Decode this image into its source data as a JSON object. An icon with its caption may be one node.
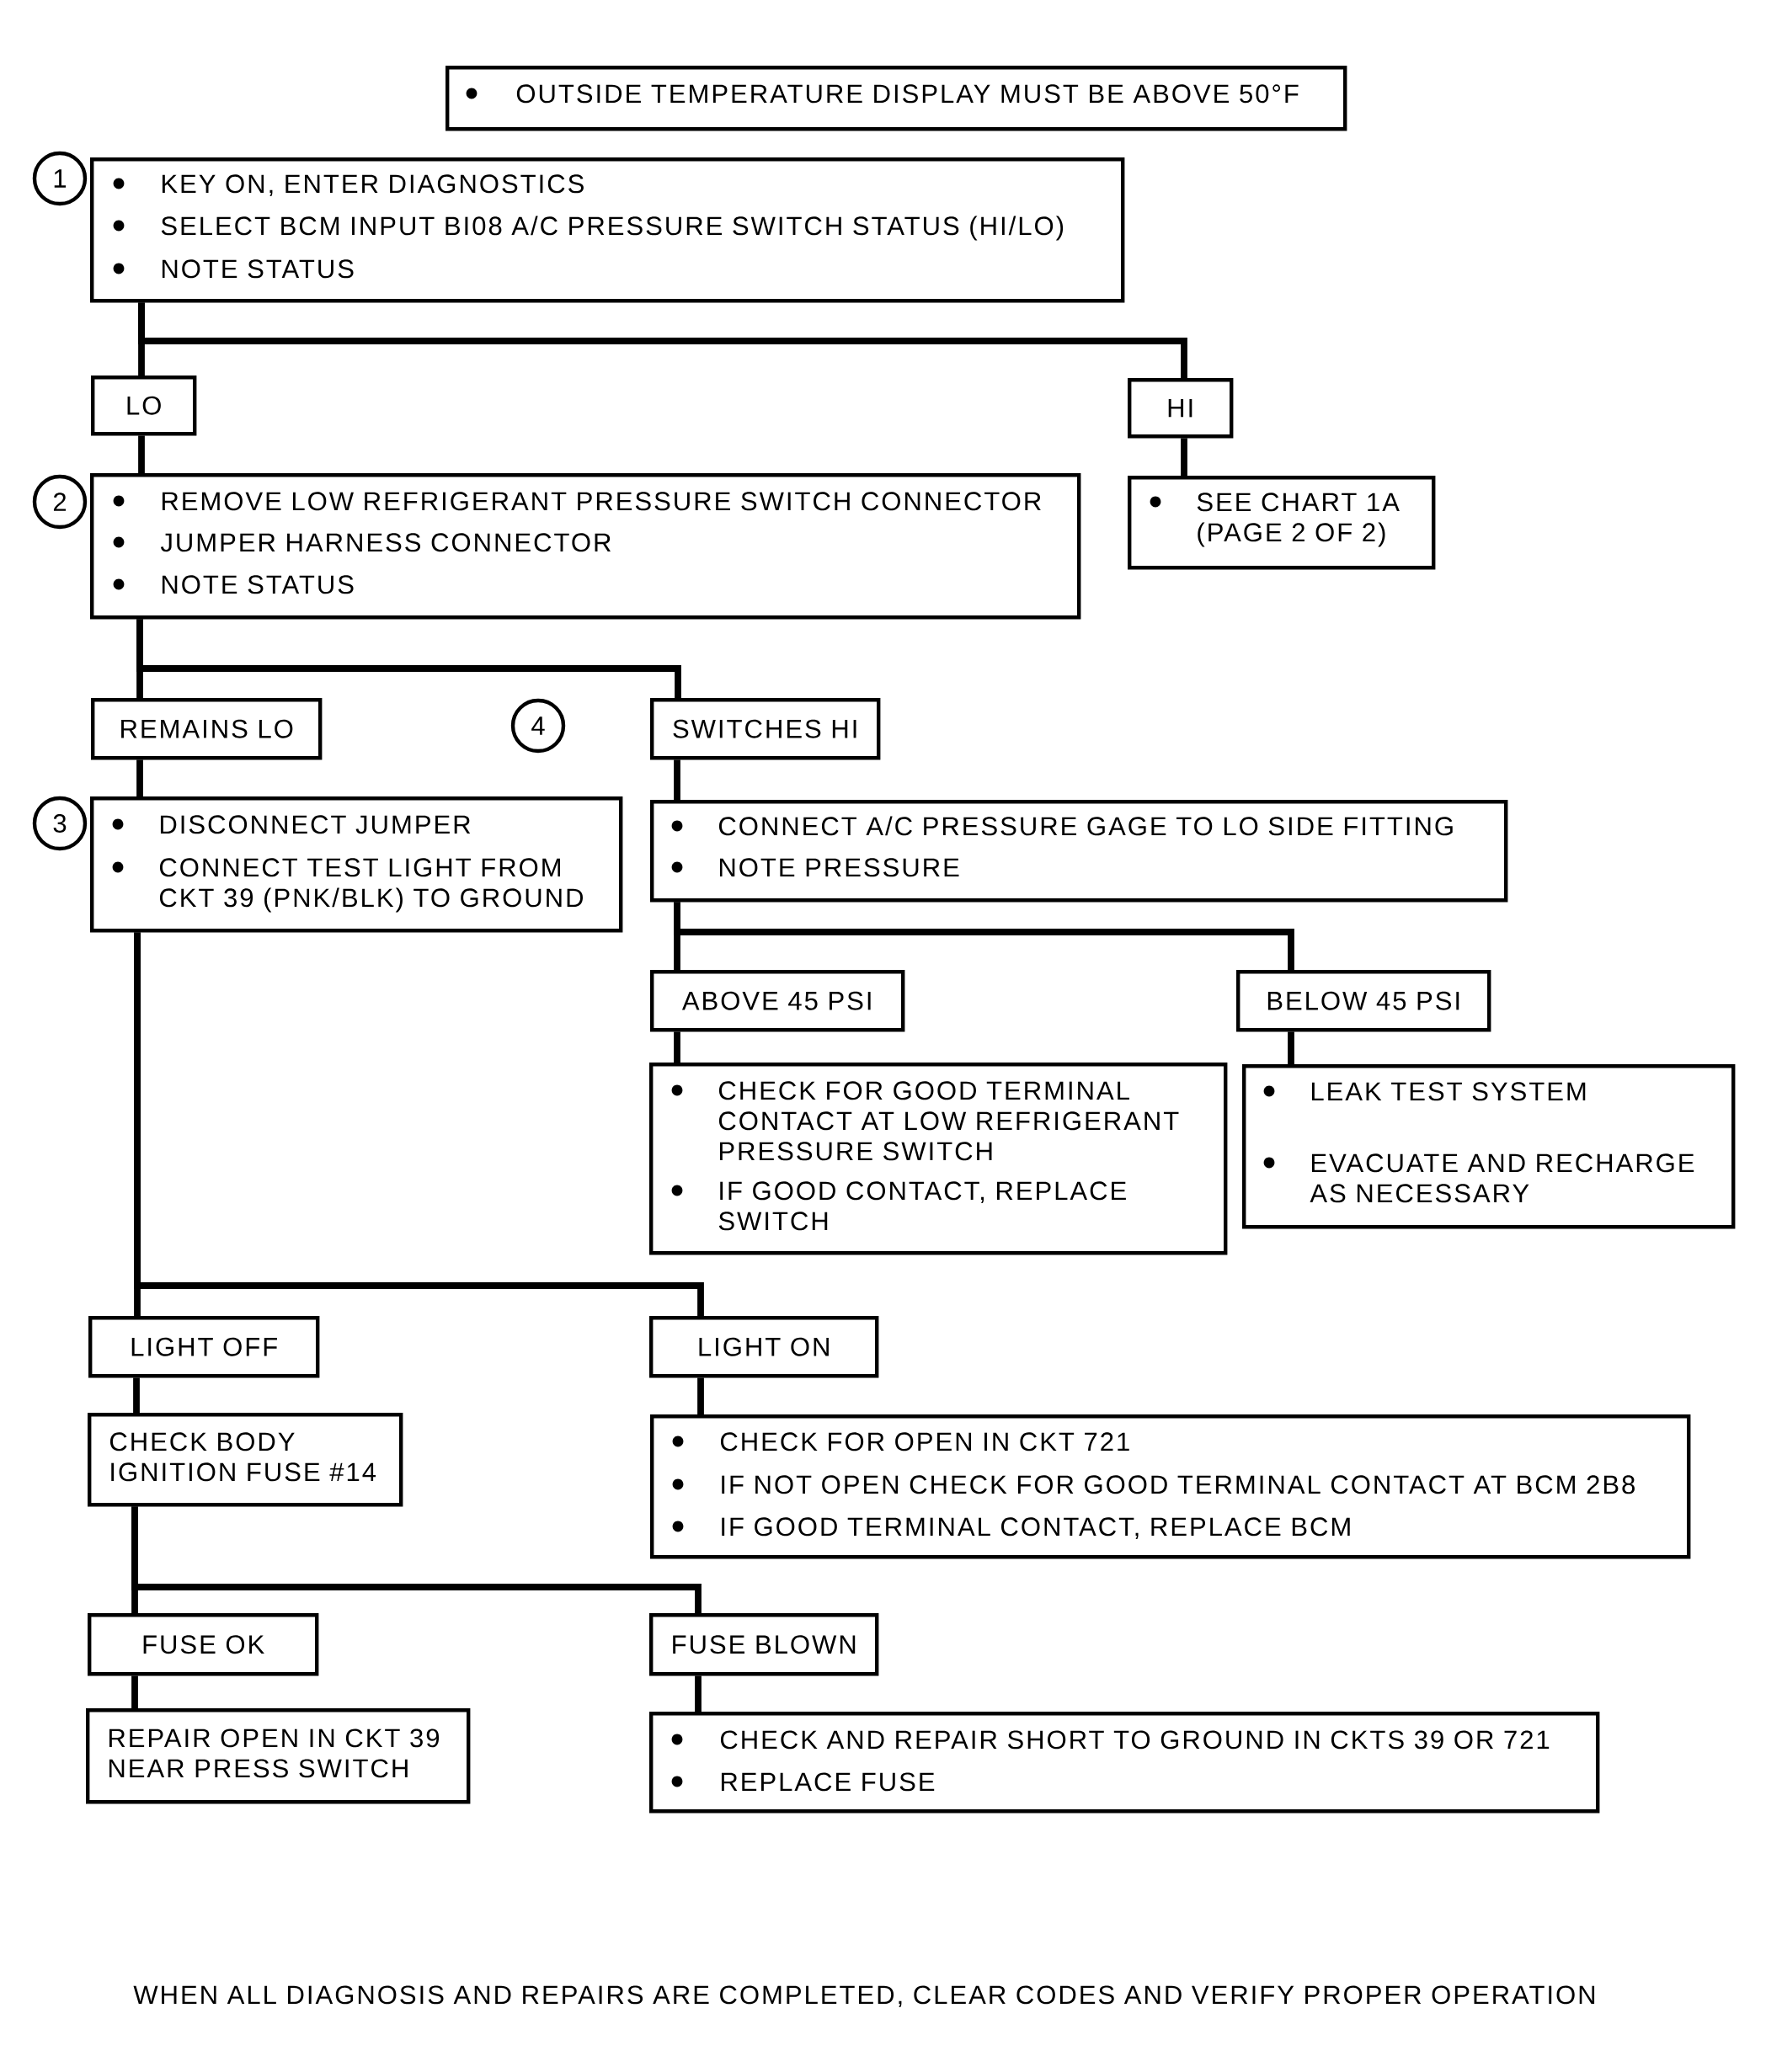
{
  "diagram": {
    "nodes": [
      {
        "text": [
          "OUTSIDE TEMPERATURE DISPLAY MUST BE ABOVE 50°F"
        ]
      },
      {
        "text": [
          "1"
        ]
      },
      {
        "text": [
          "KEY ON, ENTER DIAGNOSTICS",
          "SELECT BCM INPUT BI08 A/C PRESSURE SWITCH STATUS (HI/LO)",
          "NOTE STATUS"
        ]
      },
      {
        "text": [
          "LO"
        ]
      },
      {
        "text": [
          "HI"
        ]
      },
      {
        "text": [
          "2"
        ]
      },
      {
        "text": [
          "REMOVE LOW REFRIGERANT PRESSURE SWITCH CONNECTOR",
          "JUMPER HARNESS CONNECTOR",
          "NOTE STATUS"
        ]
      },
      {
        "text": [
          "SEE CHART 1A (PAGE 2 OF 2)"
        ]
      },
      {
        "text": [
          "REMAINS LO"
        ]
      },
      {
        "text": [
          "4"
        ]
      },
      {
        "text": [
          "SWITCHES HI"
        ]
      },
      {
        "text": [
          "3"
        ]
      },
      {
        "text": [
          "DISCONNECT JUMPER",
          "CONNECT TEST LIGHT FROM CKT 39 (PNK/BLK) TO GROUND"
        ]
      },
      {
        "text": [
          "CONNECT A/C PRESSURE GAGE TO LO SIDE FITTING",
          "NOTE PRESSURE"
        ]
      },
      {
        "text": [
          "ABOVE 45 PSI"
        ]
      },
      {
        "text": [
          "BELOW 45 PSI"
        ]
      },
      {
        "text": [
          "CHECK FOR GOOD TERMINAL CONTACT AT LOW REFRIGERANT PRESSURE SWITCH",
          "IF GOOD CONTACT, REPLACE SWITCH"
        ]
      },
      {
        "text": [
          "LEAK TEST SYSTEM",
          "EVACUATE AND RECHARGE AS NECESSARY"
        ]
      },
      {
        "text": [
          "LIGHT OFF"
        ]
      },
      {
        "text": [
          "LIGHT ON"
        ]
      },
      {
        "text": [
          "CHECK BODY IGNITION FUSE #14"
        ]
      },
      {
        "text": [
          "CHECK FOR OPEN IN CKT 721",
          "IF NOT OPEN CHECK FOR GOOD TERMINAL CONTACT AT BCM 2B8",
          "IF GOOD TERMINAL CONTACT, REPLACE BCM"
        ]
      },
      {
        "text": [
          "FUSE OK"
        ]
      },
      {
        "text": [
          "FUSE BLOWN"
        ]
      },
      {
        "text": [
          "REPAIR OPEN IN CKT 39 NEAR PRESS SWITCH"
        ]
      },
      {
        "text": [
          "CHECK AND REPAIR SHORT TO GROUND IN CKTS 39 OR 721",
          "REPLACE FUSE"
        ]
      }
    ],
    "edges": [
      {
        "from": 2,
        "to": 3,
        "arrow": "none"
      },
      {
        "from": 2,
        "to": 4,
        "arrow": "none"
      },
      {
        "from": 3,
        "to": 6,
        "arrow": "none"
      },
      {
        "from": 4,
        "to": 7,
        "arrow": "none"
      },
      {
        "from": 6,
        "to": 8,
        "arrow": "none"
      },
      {
        "from": 6,
        "to": 10,
        "arrow": "none"
      },
      {
        "from": 8,
        "to": 12,
        "arrow": "none"
      },
      {
        "from": 10,
        "to": 13,
        "arrow": "none"
      },
      {
        "from": 13,
        "to": 14,
        "arrow": "none"
      },
      {
        "from": 13,
        "to": 15,
        "arrow": "none"
      },
      {
        "from": 14,
        "to": 16,
        "arrow": "none"
      },
      {
        "from": 15,
        "to": 17,
        "arrow": "none"
      },
      {
        "from": 12,
        "to": 18,
        "arrow": "none"
      },
      {
        "from": 12,
        "to": 19,
        "arrow": "none"
      },
      {
        "from": 18,
        "to": 20,
        "arrow": "none"
      },
      {
        "from": 19,
        "to": 21,
        "arrow": "none"
      },
      {
        "from": 20,
        "to": 22,
        "arrow": "none"
      },
      {
        "from": 20,
        "to": 23,
        "arrow": "none"
      },
      {
        "from": 22,
        "to": 24,
        "arrow": "none"
      },
      {
        "from": 23,
        "to": 25,
        "arrow": "none"
      }
    ],
    "labels": [
      "WHEN ALL DIAGNOSIS AND REPAIRS ARE COMPLETED, CLEAR CODES AND VERIFY PROPER OPERATION"
    ]
  }
}
